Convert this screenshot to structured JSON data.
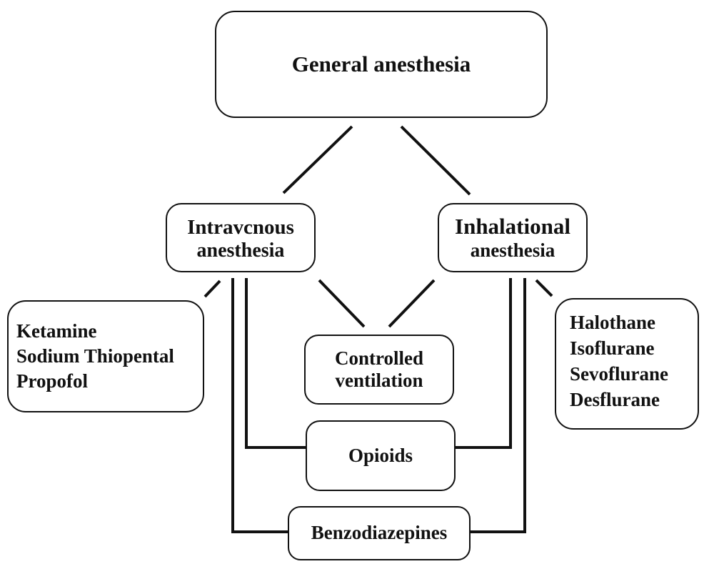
{
  "diagram": {
    "root": {
      "label": "General anesthesia"
    },
    "intravenous": {
      "line1": "Intravcnous",
      "line2": "anesthesia"
    },
    "inhalational": {
      "line1": "Inhalational",
      "line2": "anesthesia"
    },
    "intravenous_agents": [
      "Ketamine",
      "Sodium Thiopental",
      "Propofol"
    ],
    "inhalational_agents": [
      "Halothane",
      "Isoflurane",
      "Sevoflurane",
      "Desflurane"
    ],
    "controlled_ventilation": {
      "line1": "Controlled",
      "line2": "ventilation"
    },
    "opioids": {
      "label": "Opioids"
    },
    "benzodiazepines": {
      "label": "Benzodiazepines"
    }
  }
}
